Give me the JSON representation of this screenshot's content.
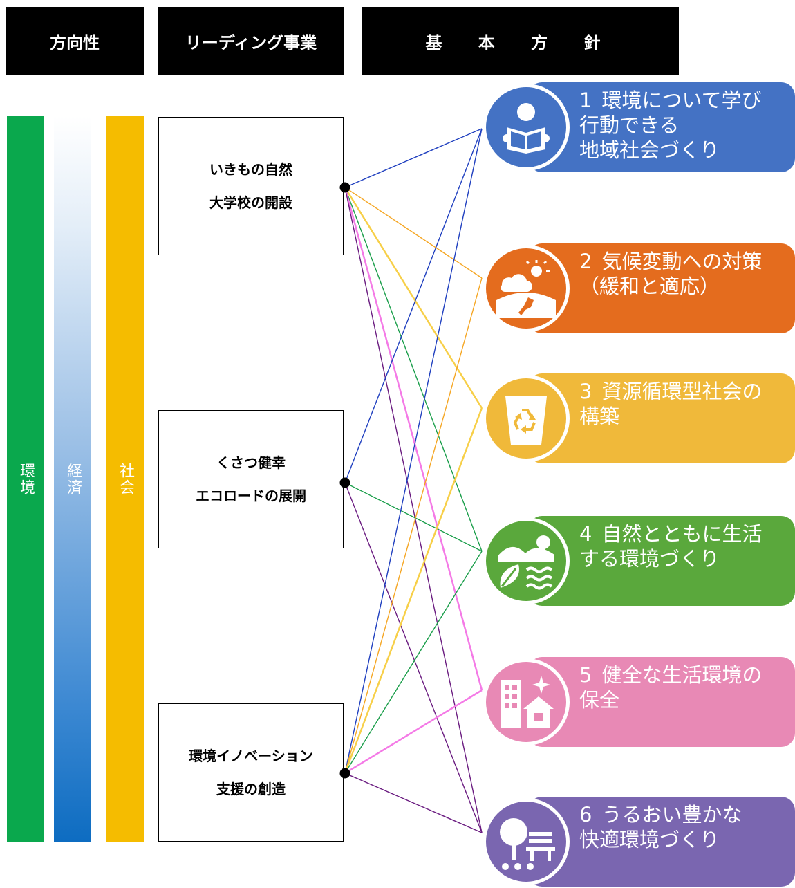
{
  "headers": {
    "direction": "方向性",
    "leading": "リーディング事業",
    "basic": "基 本 方 針"
  },
  "directions": [
    {
      "label": "環境",
      "color": "#0aa84d"
    },
    {
      "label": "経済",
      "color": "#3f8ad3"
    },
    {
      "label": "社会",
      "color": "#f5bc00"
    }
  ],
  "projects": [
    {
      "line1": "いきもの自然",
      "line2": "大学校の開設"
    },
    {
      "line1": "くさつ健幸",
      "line2": "エコロードの展開"
    },
    {
      "line1": "環境イノベーション",
      "line2": "支援の創造"
    }
  ],
  "policies": [
    {
      "num": "1",
      "line1": "環境について学び",
      "line2": "行動できる",
      "line3": "地域社会づくり",
      "color": "#4472c4",
      "icon": "reading-person-icon"
    },
    {
      "num": "2",
      "line1": "気候変動への対策",
      "line2": "（緩和と適応）",
      "color": "#e46c1e",
      "icon": "climate-earth-icon"
    },
    {
      "num": "3",
      "line1": "資源循環型社会の",
      "line2": "構築",
      "color": "#f0b93a",
      "icon": "recycle-bin-icon"
    },
    {
      "num": "4",
      "line1": "自然とともに生活",
      "line2": "する環境づくり",
      "color": "#5aa83c",
      "icon": "nature-leaf-icon"
    },
    {
      "num": "5",
      "line1": "健全な生活環境の",
      "line2": "保全",
      "color": "#e889b5",
      "icon": "buildings-house-icon"
    },
    {
      "num": "6",
      "line1": "うるおい豊かな",
      "line2": "快適環境づくり",
      "color": "#7a66b0",
      "icon": "tree-bench-icon"
    }
  ],
  "line_colors": [
    "#1f3fbf",
    "#f5a623",
    "#1a9e4a",
    "#f7cf48",
    "#f47ae6",
    "#6a1b80"
  ],
  "connections": [
    {
      "from": 0,
      "to": 0,
      "color": "#1f3fbf"
    },
    {
      "from": 0,
      "to": 1,
      "color": "#f5a623"
    },
    {
      "from": 0,
      "to": 2,
      "color": "#f7cf48"
    },
    {
      "from": 0,
      "to": 3,
      "color": "#1a9e4a"
    },
    {
      "from": 0,
      "to": 4,
      "color": "#f47ae6"
    },
    {
      "from": 0,
      "to": 5,
      "color": "#6a1b80"
    },
    {
      "from": 1,
      "to": 0,
      "color": "#1f3fbf"
    },
    {
      "from": 1,
      "to": 3,
      "color": "#1a9e4a"
    },
    {
      "from": 1,
      "to": 5,
      "color": "#6a1b80"
    },
    {
      "from": 2,
      "to": 0,
      "color": "#1f3fbf"
    },
    {
      "from": 2,
      "to": 1,
      "color": "#f5a623"
    },
    {
      "from": 2,
      "to": 2,
      "color": "#f7cf48"
    },
    {
      "from": 2,
      "to": 3,
      "color": "#1a9e4a"
    },
    {
      "from": 2,
      "to": 4,
      "color": "#f47ae6"
    },
    {
      "from": 2,
      "to": 5,
      "color": "#6a1b80"
    }
  ]
}
